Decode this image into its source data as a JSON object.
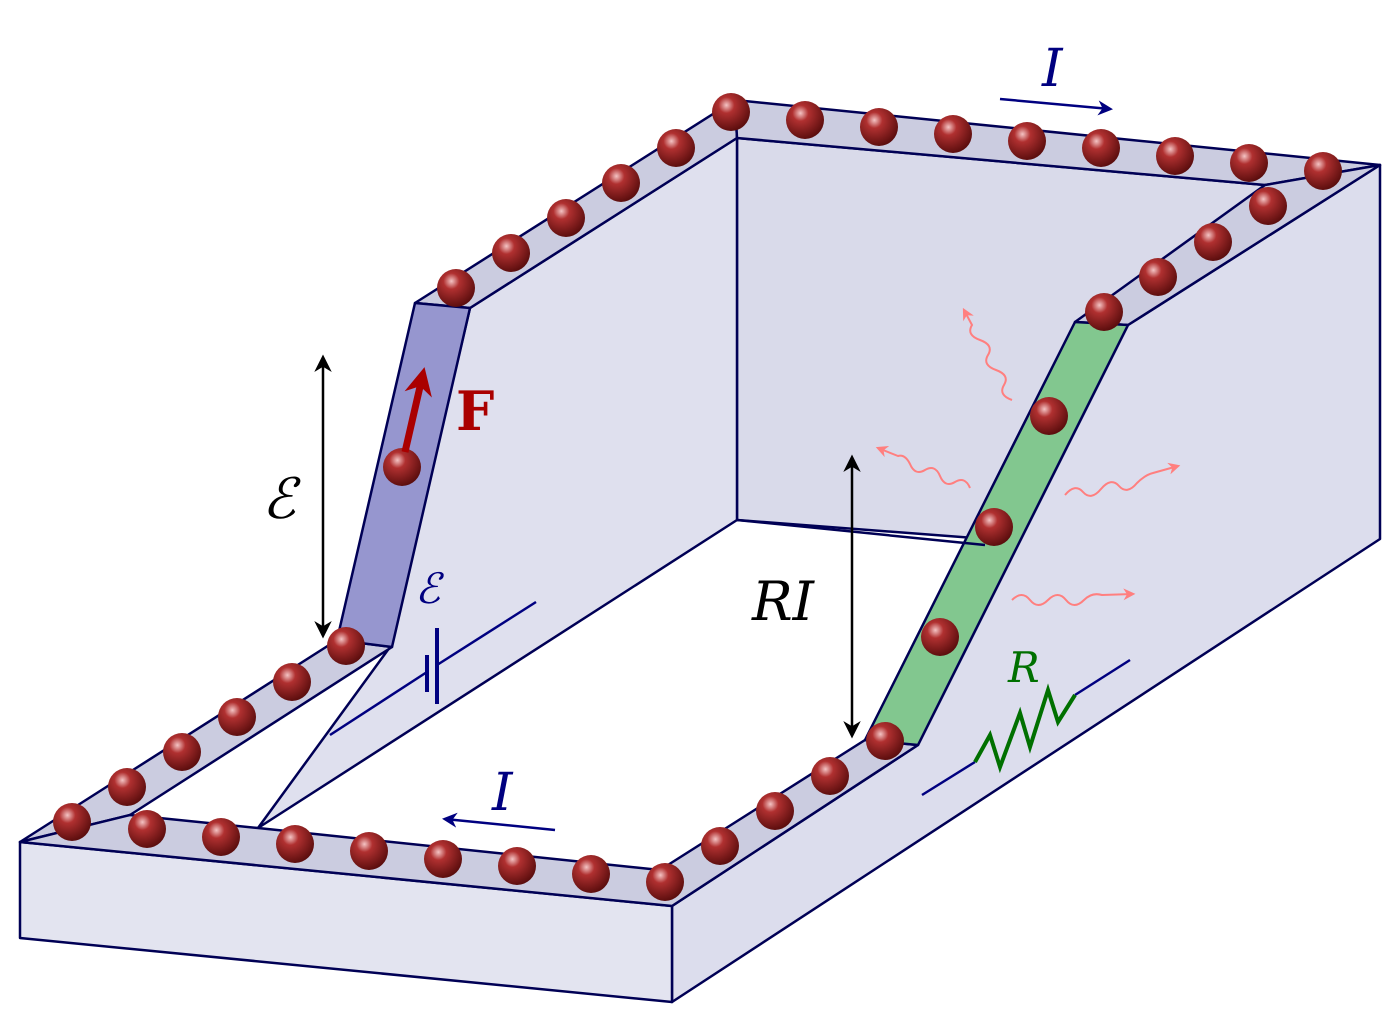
{
  "labels": {
    "current_top": "I",
    "current_bottom": "I",
    "force": "F",
    "emf_height": "ℰ",
    "emf_source": "ℰ",
    "voltage_drop": "RI",
    "resistor": "R"
  },
  "colors": {
    "outline": "#000055",
    "surface": "#dfe0ee",
    "surface_dark": "#cbcce0",
    "emf_ramp": "#9696cf",
    "resistor_ramp": "#82c78f",
    "charge": "#8b1a1a",
    "force": "#aa0000",
    "heat_wave": "#ff7f7f",
    "current_arrow": "#000080",
    "resistor_symbol": "#007000"
  }
}
